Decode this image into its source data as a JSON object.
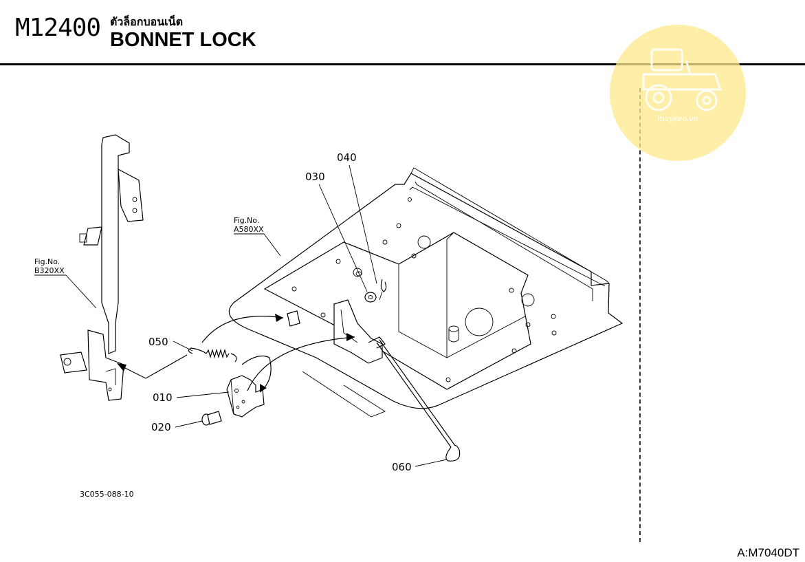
{
  "header": {
    "code": "M12400",
    "thai_title": "ตัวล็อกบอนเน็ต",
    "title": "BONNET LOCK"
  },
  "watermark": {
    "text": "maykeo.vn",
    "color": "#fde88a"
  },
  "callouts": {
    "p010": "010",
    "p020": "020",
    "p030": "030",
    "p040": "040",
    "p050": "050",
    "p060": "060"
  },
  "fig_refs": {
    "left": {
      "label": "Fig.No.",
      "number": "B320XX"
    },
    "right": {
      "label": "Fig.No.",
      "number": "A580XX"
    }
  },
  "drawing_number": "3C055-088-10",
  "footer": {
    "model_code": "A:M7040DT"
  }
}
